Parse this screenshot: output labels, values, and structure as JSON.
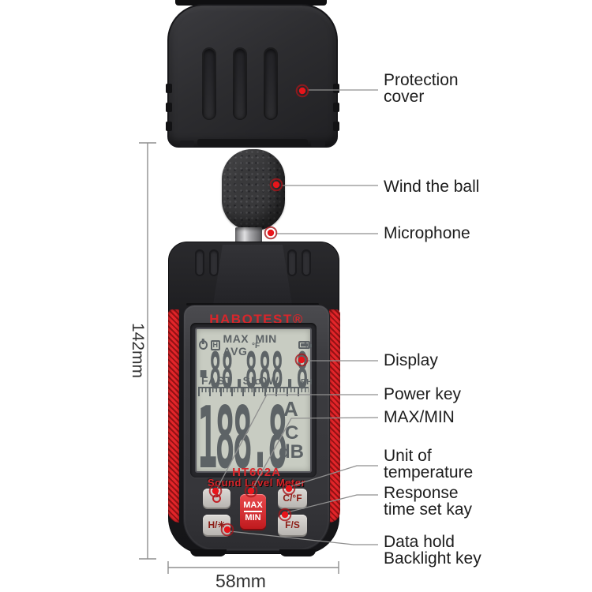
{
  "title": "HABOTEST HT602A Sound Level Meter annotated product diagram",
  "device": {
    "brand": "HABOTEST®",
    "model": "HT602A",
    "model_subtitle": "Sound Level Meter",
    "lcd": {
      "hold_icon": "H",
      "status_modes": "MAX MIN AVG",
      "temp_value": "-88.8",
      "temp_unit_top": "°F",
      "temp_unit_bottom": "°C",
      "humidity_value": "88.8",
      "humidity_unit_top": "%",
      "humidity_unit_bottom": "RH",
      "response_modes": "FAST SLOW",
      "main_value": "188.8",
      "weighting_a": "A",
      "weighting_c": "C",
      "unit_db": "dB"
    },
    "buttons": {
      "maxmin_top": "MAX",
      "maxmin_bottom": "MIN",
      "temp_unit": "C/°F",
      "hold_backlight": "H/✳",
      "response": "F/S"
    }
  },
  "annotations": {
    "protection_cover": "Protection\ncover",
    "wind_ball": "Wind the ball",
    "microphone": "Microphone",
    "display": "Display",
    "power_key": "Power key",
    "max_min": "MAX/MIN",
    "unit_of_temperature": "Unit of\ntemperature",
    "response_time_key": "Response\ntime set kay",
    "data_hold_backlight": "Data hold\nBacklight key"
  },
  "dimensions": {
    "height": "142mm",
    "width": "58mm"
  },
  "colors": {
    "accent_red": "#d8262b",
    "grip_red": "#e4252a",
    "lcd_bg": "#c8ccc2",
    "lcd_segment": "#5d6366",
    "leader_gray": "#8f8f8f",
    "callout_dot": "#e8151b"
  }
}
